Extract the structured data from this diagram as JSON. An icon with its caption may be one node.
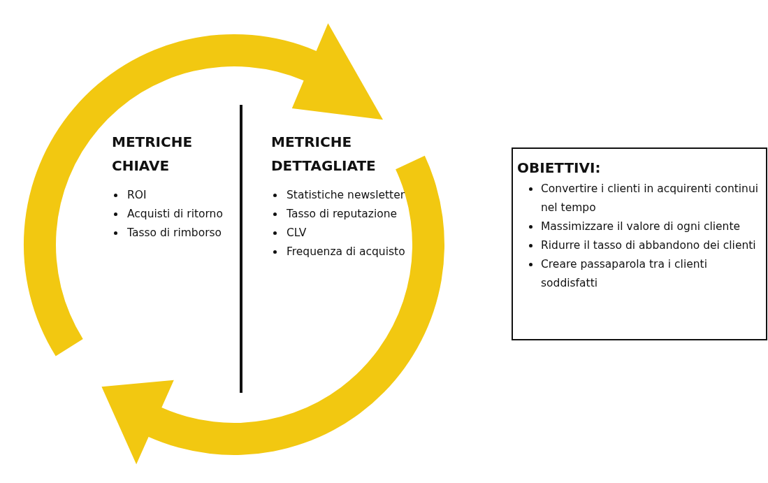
{
  "diagram": {
    "nodes": [
      {
        "text": [
          "OBIETTIVI:",
          "Convertire i clienti in acquirenti continui nel tempo",
          "Massimizzare il valore di ogni cliente",
          "Ridurre il tasso di abbandono dei clienti",
          "Creare passaparola tra i clienti soddisfatti"
        ]
      }
    ],
    "labels": [
      "METRICHE CHIAVE",
      "ROI",
      "Acquisti di ritorno",
      "Tasso di rimborso",
      "METRICHE DETTAGLIATE",
      "Statistiche newsletter",
      "Tasso di reputazione",
      "CLV",
      "Frequenza di acquisto"
    ]
  }
}
